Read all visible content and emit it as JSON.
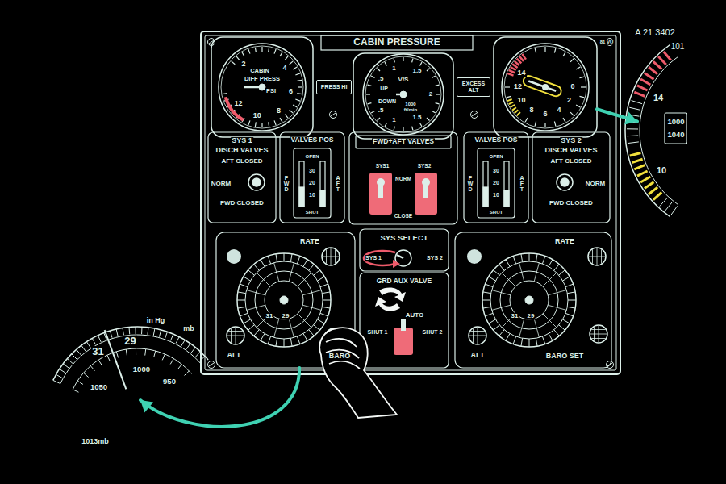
{
  "diagram": {
    "nodes": [
      {
        "text": [
          "CABIN PRESSURE"
        ]
      },
      {
        "text": [
          "2",
          "CABIN",
          "DIFF PRESS",
          "PSI",
          "4",
          "6",
          "8",
          "10",
          "12"
        ],
        "in": 0
      },
      {
        "text": [
          "PRESS HI"
        ],
        "in": 0
      },
      {
        "text": [
          "V/S",
          "UP",
          "DOWN",
          "1000 ft/min",
          ".5",
          "1",
          "1.5",
          "2",
          ".5",
          "1",
          "1.5"
        ],
        "in": 0
      },
      {
        "text": [
          "EXCESS ALT"
        ],
        "in": 0
      },
      {
        "text": [
          "0",
          "2",
          "4",
          "6",
          "8",
          "10",
          "12",
          "14"
        ],
        "in": 0
      },
      {
        "text": [
          "SYS 1",
          "DISCH VALVES",
          "AFT CLOSED",
          "NORM",
          "FWD CLOSED"
        ],
        "in": 0
      },
      {
        "text": [
          "VALVES POS",
          "OPEN",
          "FWD",
          "AFT",
          "30",
          "20",
          "10",
          "SHUT"
        ],
        "in": 0
      },
      {
        "text": [
          "FWD+AFT VALVES",
          "SYS1",
          "SYS2",
          "NORM",
          "CLOSE"
        ],
        "in": 0
      },
      {
        "text": [
          "VALVES POS",
          "OPEN",
          "FWD",
          "AFT",
          "30",
          "20",
          "10",
          "SHUT"
        ],
        "in": 0
      },
      {
        "text": [
          "SYS 2",
          "DISCH VALVES",
          "AFT CLOSED",
          "NORM",
          "FWD CLOSED"
        ],
        "in": 0
      },
      {
        "text": [
          "RATE",
          "31",
          "29",
          "ALT",
          "BARO"
        ],
        "in": 0
      },
      {
        "text": [
          "SYS SELECT",
          "SYS 1",
          "SYS 2"
        ],
        "in": 0
      },
      {
        "text": [
          "GRD AUX VALVE",
          "AUTO",
          "SHUT 1",
          "SHUT 2"
        ],
        "in": 0
      },
      {
        "text": [
          "RATE",
          "31",
          "29",
          "ALT",
          "BARO SET"
        ],
        "in": 0
      },
      {
        "text": [
          "14",
          "1000",
          "1040",
          "10"
        ]
      },
      {
        "text": [
          "in Hg",
          "mb",
          "31",
          "29",
          "1050",
          "1000",
          "950"
        ]
      }
    ],
    "edges": [
      {
        "from": 5,
        "to": 15,
        "arrow": "to"
      },
      {
        "from": 11,
        "to": 16,
        "arrow": "to"
      }
    ],
    "labels": [
      "A 21 3402",
      "101",
      "81 VU",
      "1013mb"
    ]
  }
}
